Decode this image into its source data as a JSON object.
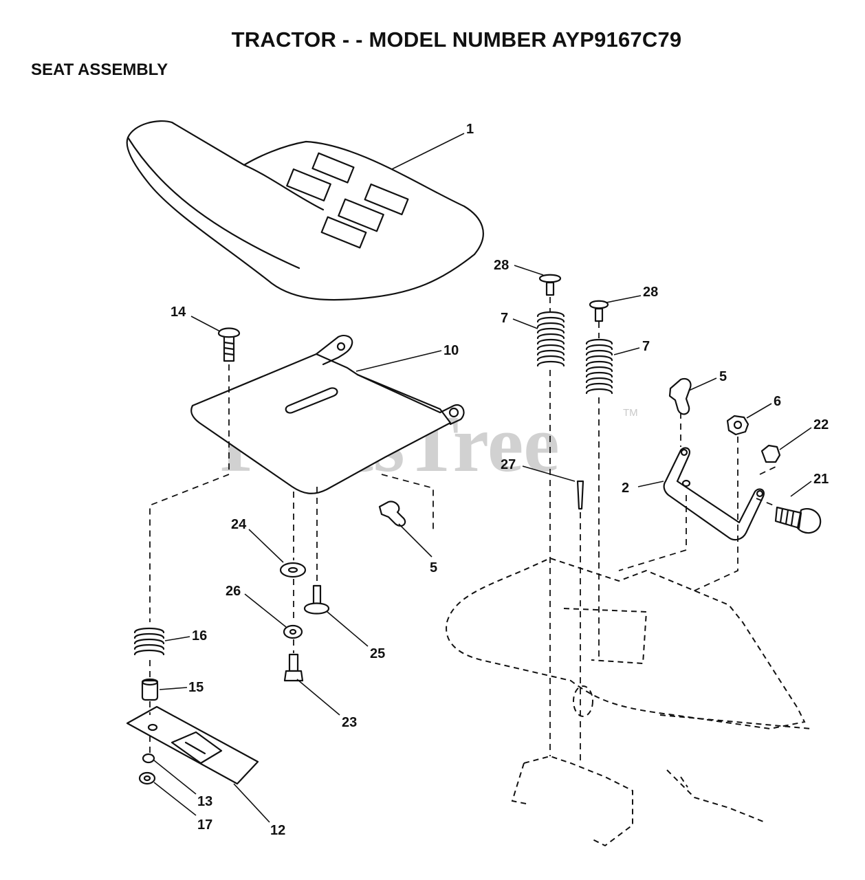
{
  "header": {
    "title": "TRACTOR - - MODEL NUMBER AYP9167C79",
    "section": "SEAT ASSEMBLY"
  },
  "watermark": {
    "text": "PartsTree",
    "trademark": "TM"
  },
  "callouts": {
    "c1": "1",
    "c2": "2",
    "c5a": "5",
    "c5b": "5",
    "c6": "6",
    "c7a": "7",
    "c7b": "7",
    "c10": "10",
    "c12": "12",
    "c13": "13",
    "c14": "14",
    "c15": "15",
    "c16": "16",
    "c17": "17",
    "c21": "21",
    "c22": "22",
    "c23": "23",
    "c24": "24",
    "c25": "25",
    "c26": "26",
    "c27": "27",
    "c28a": "28",
    "c28b": "28"
  },
  "colors": {
    "line": "#111111",
    "watermark": "#c9c9c9",
    "background": "#ffffff"
  }
}
